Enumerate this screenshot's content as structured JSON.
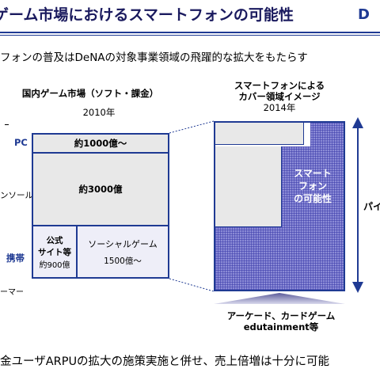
{
  "header": {
    "title": "ゲーム市場におけるスマートフォンの可能性",
    "logo_text": "D"
  },
  "subtitle": "フォンの普及はDeNAの対象事業領域の飛躍的な拡大をもたらす",
  "left_chart": {
    "title": "国内ゲーム市場（ソフト・課金）",
    "year": "2010年",
    "segments": {
      "pc": "約1000億～",
      "console": "約3000億",
      "official_sites_line1": "公式",
      "official_sites_line2": "サイト等",
      "official_sites_value": "約900億",
      "social_games_label": "ソーシャルゲーム",
      "social_games_value": "1500億～"
    },
    "side_labels": {
      "pc": "PC",
      "console": "ンソール",
      "mobile": "携帯",
      "gamer": "ーマー"
    }
  },
  "right_chart": {
    "title_line1": "スマートフォンによる",
    "title_line2": "カバー領域イメージ",
    "year": "2014年",
    "smartphone_line1": "スマート",
    "smartphone_line2": "フォン",
    "smartphone_line3": "の可能性",
    "arcade_line1": "アーケード、カードゲーム",
    "arcade_line2": "edutainment等",
    "side_label": "パイ"
  },
  "footer": "金ユーザARPUの拡大の施策実施と併せ、売上倍増は十分に可能",
  "colors": {
    "accent": "#1f3a93",
    "hatch": "#8b8bd6",
    "grey_fill": "#e8e8e8"
  }
}
